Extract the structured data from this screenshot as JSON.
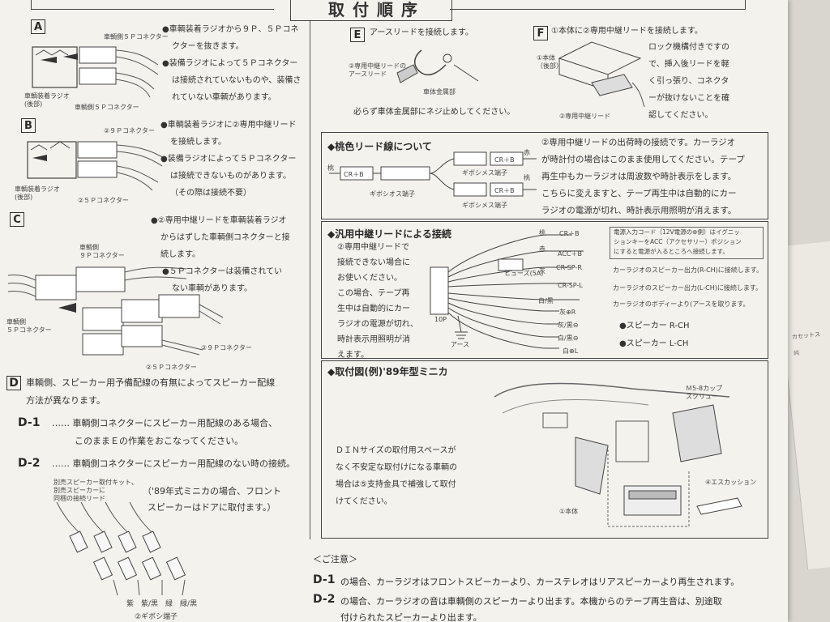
{
  "header": {
    "title": "取付順序"
  },
  "stepA": {
    "label": "A",
    "callout_top": "車輌側５Ｐコネクター",
    "callout_radio": "車輌装着ラジオ",
    "callout_radio_sub": "(後部)",
    "callout_bottom": "車輌側５Ｐコネクター",
    "lines": [
      "●車輌装着ラジオから９Ｐ、５Ｐコネ",
      "クターを抜きます。",
      "●装備ラジオによって５Ｐコネクター",
      "は接続されていないものや、装備さ",
      "れていない車輌があります。"
    ]
  },
  "stepB": {
    "label": "B",
    "callout_top": "②９Ｐコネクター",
    "callout_radio": "車輌装着ラジオ",
    "callout_radio_sub": "(後部)",
    "callout_bottom": "②５Ｐコネクター",
    "lines": [
      "●車輌装着ラジオに②専用中継リード",
      "を接続します。",
      "●装備ラジオによって５Ｐコネクター",
      "は接続できないものがあります。",
      "（その際は接続不要）"
    ]
  },
  "stepC": {
    "label": "C",
    "callout_9p_a": "車輌側",
    "callout_9p_b": "９Ｐコネクター",
    "callout_5p_a": "車輌側",
    "callout_5p_b": "５Ｐコネクター",
    "callout_r9": "②９Ｐコネクター",
    "callout_r5": "②５Ｐコネクター",
    "lines": [
      "●②専用中継リードを車輌装着ラジオ",
      "からはずした車輌側コネクターと接",
      "続します。",
      "●５Ｐコネクターは装備されてい",
      "ない車輌があります。"
    ]
  },
  "stepD": {
    "label": "D",
    "lines": [
      "車輌側、スピーカー用予備配線の有無によってスピーカー配線",
      "方法が異なります。"
    ],
    "d1_label": "D-1",
    "d1_lines": [
      "…… 車輌側コネクターにスピーカー用配線のある場合、",
      "このままＥの作業をおこなってください。"
    ],
    "d2_label": "D-2",
    "d2_text": "…… 車輌側コネクターにスピーカー用配線のない時の接続。",
    "d2_callout": [
      "別売スピーカー取付キット、",
      "別売スピーカーに",
      "同梱の接続リード"
    ],
    "d2_note": [
      "（'89年式ミニカの場合、フロント",
      "スピーカーはドアに取付ます。）"
    ],
    "wire_colors": "紫　紫/黒　緑　緑/黒",
    "gibosi": "②ギボシ端子"
  },
  "stepE": {
    "label": "E",
    "text": "アースリードを接続します。",
    "callout_lead": [
      "②専用中継リードの",
      "アースリード"
    ],
    "callout_body": "車体金属部",
    "note": "必らず車体金属部にネジ止めしてください。"
  },
  "stepF": {
    "label": "F",
    "lines": [
      "①本体に②専用中継リードを接続します。",
      "ロック機構付きですの",
      "で、挿入後リードを軽",
      "く引っ張り、コネクタ",
      "ーが抜けないことを確",
      "認してください。"
    ],
    "callout_main": [
      "①本体",
      "（後部）"
    ],
    "callout_lead": "②専用中継リード"
  },
  "peach": {
    "title": "◆桃色リード線について",
    "lines": [
      "②専用中継リードの出荷時の接続です。カーラジオ",
      "が時計付の場合はこのまま使用してください。テープ",
      "再生中もカーラジオは周波数や時計表示をします。",
      "こちらに変えますと、テープ再生中は自動的にカー",
      "ラジオの電源が切れ、時計表示用照明が消えます。"
    ],
    "label_peach": "桃",
    "label_red": "赤",
    "label_crb": "CR＋B",
    "label_female": "ギボシメス端子",
    "label_male": "ギボシオス端子"
  },
  "general": {
    "title": "◆汎用中継リードによる接続",
    "lines": [
      "②専用中継リードで",
      "接続できない場合に",
      "お使いください。",
      "この場合、テープ再",
      "生中は自動的にカー",
      "ラジオの電源が切れ、",
      "時計表示用照明が消",
      "えます。"
    ],
    "wires": [
      {
        "color": "桃",
        "label": "CR＋B"
      },
      {
        "color": "赤",
        "label": "ACC＋B"
      },
      {
        "color": "灰",
        "label": "CR-SP-R"
      },
      {
        "color": "",
        "label": "CR-SP-L"
      },
      {
        "color": "白/黒",
        "label": ""
      },
      {
        "color": "",
        "label": "灰⊕R"
      },
      {
        "color": "",
        "label": "灰/黒⊖"
      },
      {
        "color": "",
        "label": "白/黒⊖"
      },
      {
        "color": "",
        "label": "白⊕L"
      }
    ],
    "fuse": "ヒューズ(5A)",
    "pin": "10P",
    "earth": "アース",
    "desc_power": [
      "電源入力コード（12V電源の⊕側）はイグニッ",
      "ションキーをACC（アクセサリー）ポジション",
      "にすると電源が入るところへ接続します。"
    ],
    "desc_r": "カーラジオのスピーカー出力(R-CH)に接続します。",
    "desc_l": "カーラジオのスピーカー出力(L-CH)に接続します。",
    "desc_body": "カーラジオのボディーより(アースを取ります。",
    "spk_r": "●スピーカー R-CH",
    "spk_l": "●スピーカー L-CH"
  },
  "install": {
    "title": "◆取付図(例)'89年型ミニカ",
    "lines": [
      "ＤＩＮサイズの取付用スペースが",
      "なく不安定な取付けになる車輌の",
      "場合は⑤支持金具で補強して取付",
      "けてください。"
    ],
    "screw": [
      "Ｍ5-8カップ",
      "スクリュー"
    ],
    "escutcheon": "④エスカッション",
    "main": "①本体"
  },
  "notes": {
    "title": "＜ご注意＞",
    "d1_label": "D-1",
    "d1": "の場合、カーラジオはフロントスピーカーより、カーステレオはリアスピーカーより再生されます。",
    "d2_label": "D-2",
    "d2": "の場合、カーラジオの音は車輌側のスピーカーより出ます。本機からのテープ再生音は、別途取",
    "d2b": "付けられたスピーカーより出ます。"
  },
  "side": {
    "text": "カセットス",
    "text2": "純"
  }
}
